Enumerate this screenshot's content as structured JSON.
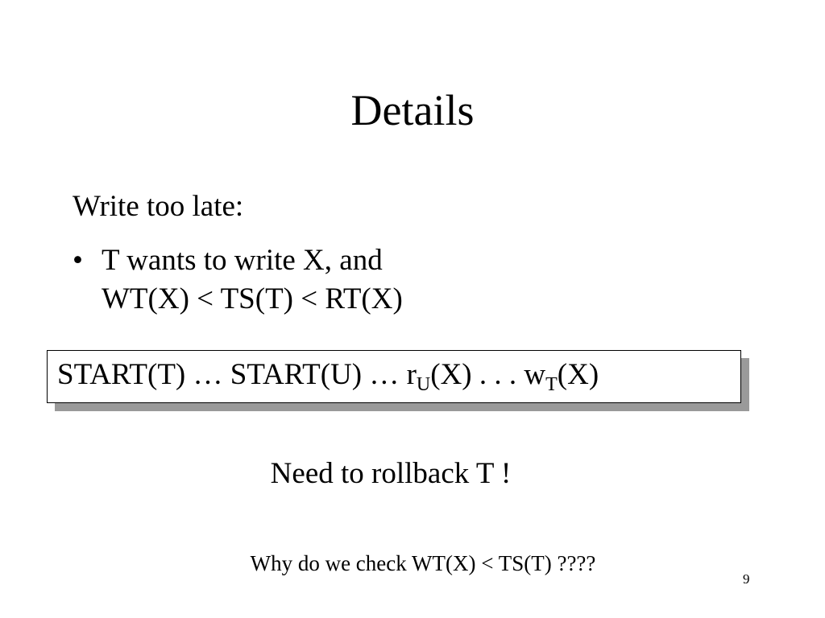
{
  "slide": {
    "title": "Details",
    "subheading": "Write too late:",
    "bullet": {
      "symbol": "•",
      "line1": "T wants to write X, and",
      "line2": "WT(X) < TS(T) < RT(X)"
    },
    "sequence": {
      "part1": "START(T) … START(U) … r",
      "sub1": "U",
      "part2": "(X) . . . w",
      "sub2": "T",
      "part3": "(X)"
    },
    "note": "Need to rollback T !",
    "question": "Why do we check WT(X) < TS(T)  ????",
    "page_number": "9"
  }
}
